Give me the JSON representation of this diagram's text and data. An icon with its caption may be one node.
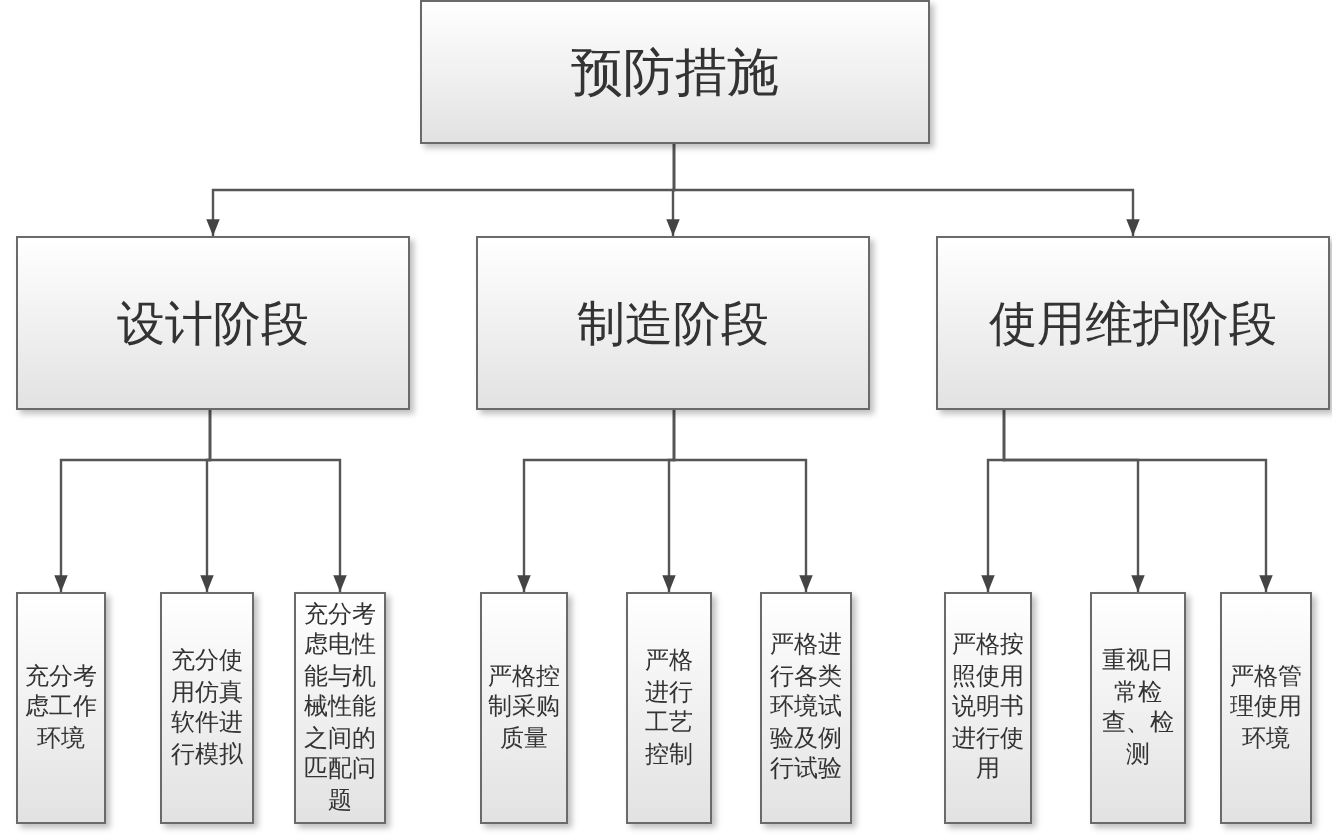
{
  "diagram": {
    "nodes": [
      {
        "text": [
          "预防措施"
        ]
      },
      {
        "text": [
          "设计阶段"
        ]
      },
      {
        "text": [
          "制造阶段"
        ]
      },
      {
        "text": [
          "使用维护阶段"
        ]
      },
      {
        "text": [
          "充分考虑工作环境"
        ]
      },
      {
        "text": [
          "充分使用仿真软件进行模拟"
        ]
      },
      {
        "text": [
          "充分考虑电性能与机械性能之间的匹配问题"
        ]
      },
      {
        "text": [
          "严格控制采购质量"
        ]
      },
      {
        "text": [
          "严格进行工艺控制"
        ]
      },
      {
        "text": [
          "严格进行各类环境试验及例行试验"
        ]
      },
      {
        "text": [
          "严格按照使用说明书进行使用"
        ]
      },
      {
        "text": [
          "重视日常检查、检测"
        ]
      },
      {
        "text": [
          "严格管理使用环境"
        ]
      }
    ],
    "edges": [
      {
        "from": 0,
        "to": 1,
        "arrow": "to"
      },
      {
        "from": 0,
        "to": 2,
        "arrow": "to"
      },
      {
        "from": 0,
        "to": 3,
        "arrow": "to"
      },
      {
        "from": 1,
        "to": 4,
        "arrow": "to"
      },
      {
        "from": 1,
        "to": 5,
        "arrow": "to"
      },
      {
        "from": 1,
        "to": 6,
        "arrow": "to"
      },
      {
        "from": 2,
        "to": 7,
        "arrow": "to"
      },
      {
        "from": 2,
        "to": 8,
        "arrow": "to"
      },
      {
        "from": 2,
        "to": 9,
        "arrow": "to"
      },
      {
        "from": 3,
        "to": 10,
        "arrow": "to"
      },
      {
        "from": 3,
        "to": 11,
        "arrow": "to"
      },
      {
        "from": 3,
        "to": 12,
        "arrow": "to"
      }
    ]
  }
}
